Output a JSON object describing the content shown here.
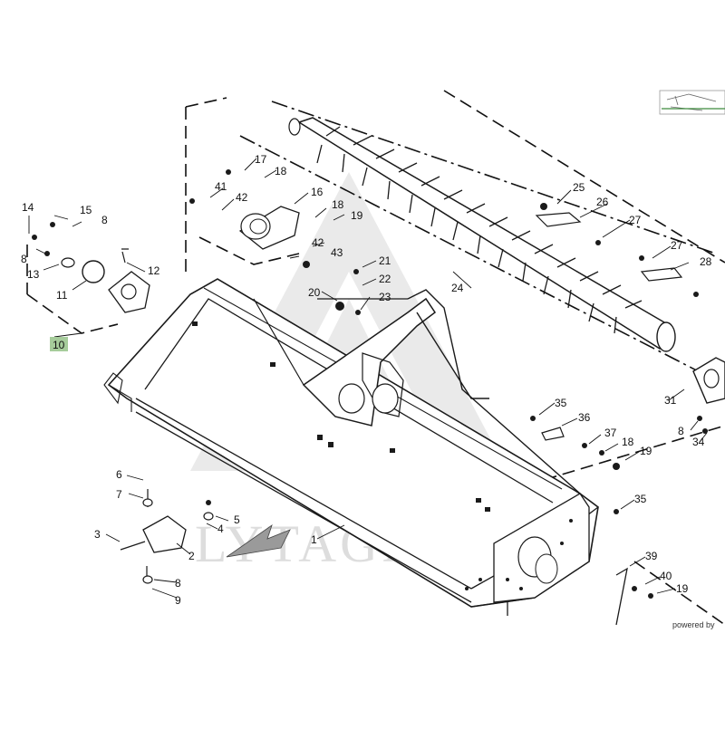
{
  "watermark": {
    "text": "LYTAGRA"
  },
  "footer": {
    "powered_by": "powered by"
  },
  "highlight_color": "#a6cc9b",
  "callouts": [
    {
      "id": "c14",
      "text": "14"
    },
    {
      "id": "c15",
      "text": "15"
    },
    {
      "id": "c8a",
      "text": "8"
    },
    {
      "id": "c8b",
      "text": "8"
    },
    {
      "id": "c13",
      "text": "13"
    },
    {
      "id": "c12",
      "text": "12"
    },
    {
      "id": "c11",
      "text": "11"
    },
    {
      "id": "c10",
      "text": "10",
      "highlighted": true
    },
    {
      "id": "c17",
      "text": "17"
    },
    {
      "id": "c18a",
      "text": "18"
    },
    {
      "id": "c41",
      "text": "41"
    },
    {
      "id": "c16",
      "text": "16"
    },
    {
      "id": "c42a",
      "text": "42"
    },
    {
      "id": "c18b",
      "text": "18"
    },
    {
      "id": "c19a",
      "text": "19"
    },
    {
      "id": "c42b",
      "text": "42"
    },
    {
      "id": "c43",
      "text": "43"
    },
    {
      "id": "c21",
      "text": "21"
    },
    {
      "id": "c22",
      "text": "22"
    },
    {
      "id": "c20",
      "text": "20"
    },
    {
      "id": "c23",
      "text": "23"
    },
    {
      "id": "c24",
      "text": "24"
    },
    {
      "id": "c25",
      "text": "25"
    },
    {
      "id": "c26",
      "text": "26"
    },
    {
      "id": "c27a",
      "text": "27"
    },
    {
      "id": "c27b",
      "text": "27"
    },
    {
      "id": "c28",
      "text": "28"
    },
    {
      "id": "c31",
      "text": "31"
    },
    {
      "id": "c8c",
      "text": "8"
    },
    {
      "id": "c34",
      "text": "34"
    },
    {
      "id": "c35a",
      "text": "35"
    },
    {
      "id": "c36",
      "text": "36"
    },
    {
      "id": "c37",
      "text": "37"
    },
    {
      "id": "c18c",
      "text": "18"
    },
    {
      "id": "c19b",
      "text": "19"
    },
    {
      "id": "c35b",
      "text": "35"
    },
    {
      "id": "c6",
      "text": "6"
    },
    {
      "id": "c7",
      "text": "7"
    },
    {
      "id": "c5",
      "text": "5"
    },
    {
      "id": "c4",
      "text": "4"
    },
    {
      "id": "c3",
      "text": "3"
    },
    {
      "id": "c2",
      "text": "2"
    },
    {
      "id": "c8d",
      "text": "8"
    },
    {
      "id": "c9",
      "text": "9"
    },
    {
      "id": "c1",
      "text": "1"
    },
    {
      "id": "c39",
      "text": "39"
    },
    {
      "id": "c40",
      "text": "40"
    },
    {
      "id": "c19c",
      "text": "19"
    }
  ]
}
